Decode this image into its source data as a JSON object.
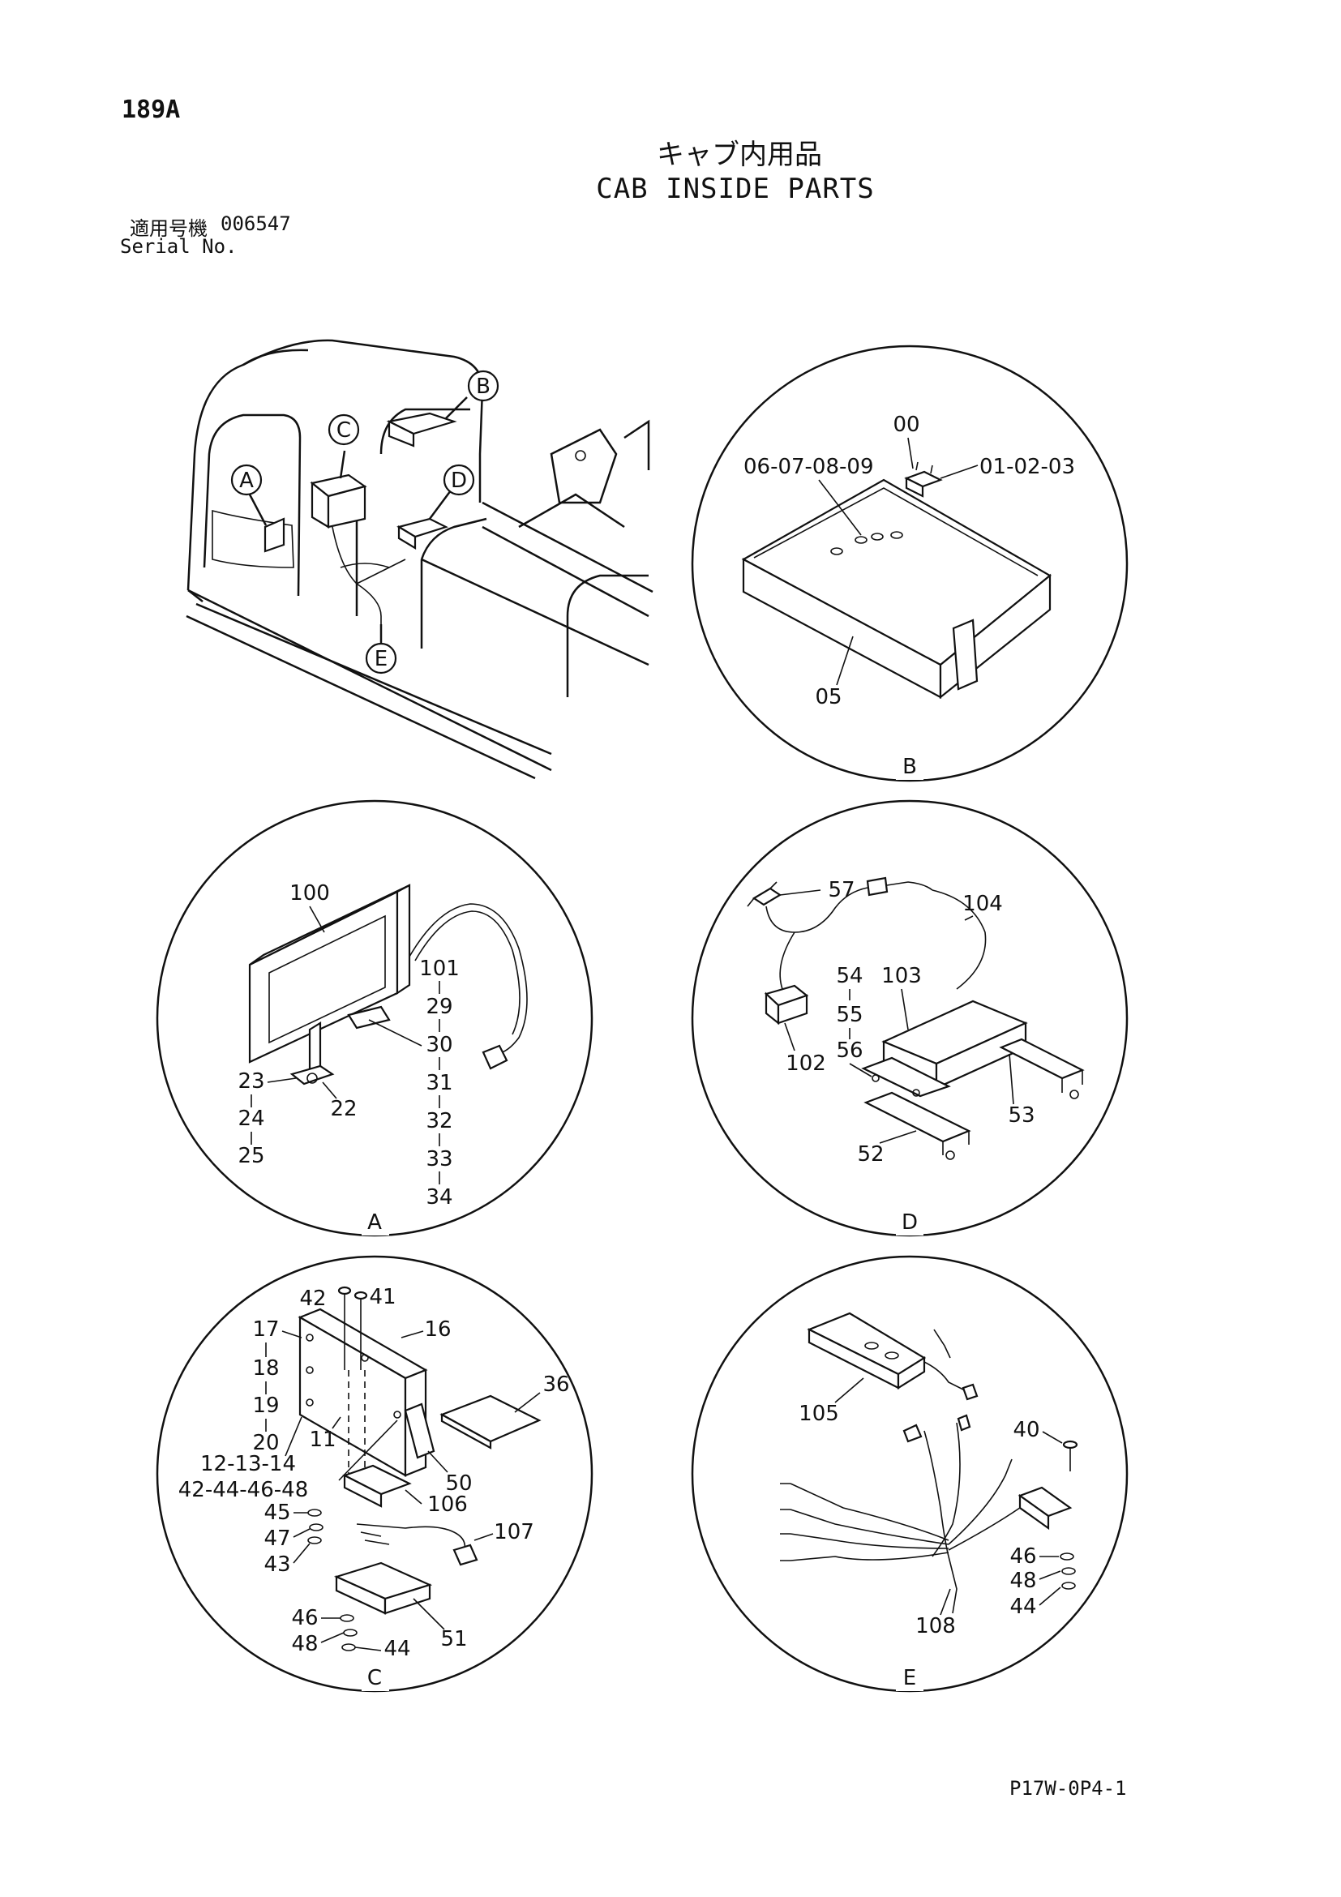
{
  "header": {
    "page_number": "189A",
    "title_jp": "キャブ内用品",
    "title_en": "CAB INSIDE PARTS",
    "serial_label_jp": "適用号機",
    "serial_value": "006547",
    "serial_label_en": "Serial No."
  },
  "overview": {
    "callouts": [
      "A",
      "B",
      "C",
      "D",
      "E"
    ]
  },
  "detail_b": {
    "label": "B",
    "parts": [
      "00",
      "01-02-03",
      "06-07-08-09",
      "05"
    ]
  },
  "detail_a": {
    "label": "A",
    "parts": [
      "100",
      "101",
      "29",
      "30",
      "31",
      "32",
      "33",
      "34",
      "23",
      "24",
      "25",
      "22"
    ]
  },
  "detail_d": {
    "label": "D",
    "parts": [
      "57",
      "104",
      "54",
      "55",
      "56",
      "103",
      "102",
      "53",
      "52"
    ]
  },
  "detail_c": {
    "label": "C",
    "parts": [
      "42",
      "41",
      "17",
      "16",
      "18",
      "19",
      "20",
      "36",
      "11",
      "12-13-14",
      "42-44-46-48",
      "50",
      "106",
      "45",
      "47",
      "43",
      "107",
      "46",
      "48",
      "44",
      "51"
    ]
  },
  "detail_e": {
    "label": "E",
    "parts": [
      "105",
      "40",
      "46",
      "48",
      "44",
      "108"
    ]
  },
  "footer": {
    "drawing_code": "P17W-0P4-1"
  }
}
